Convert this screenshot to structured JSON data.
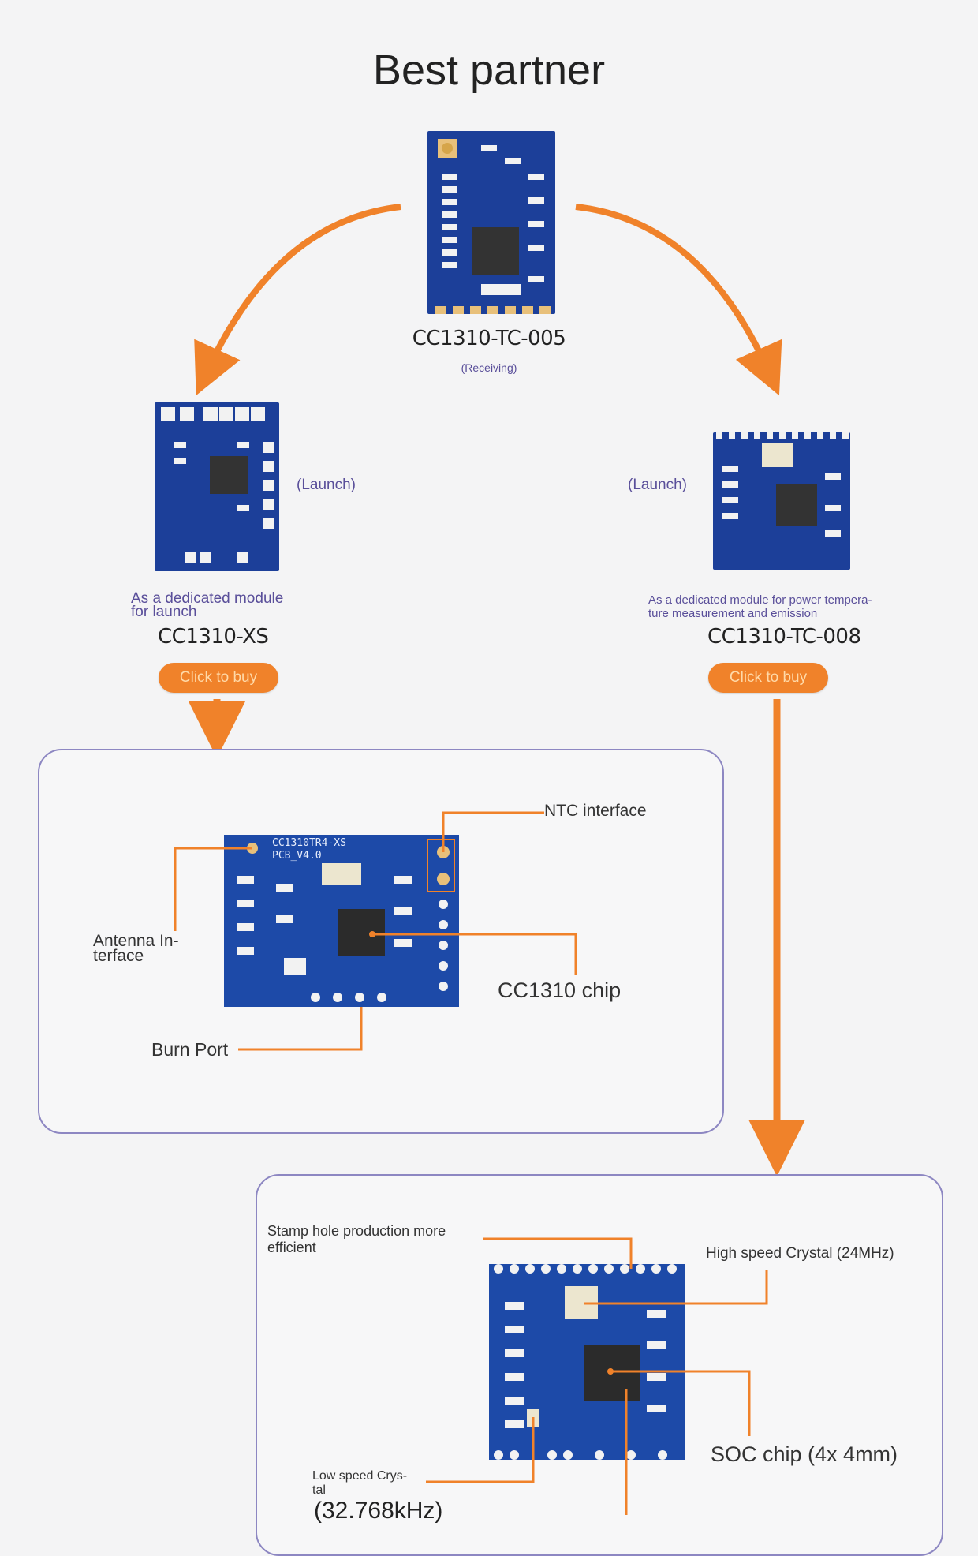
{
  "page": {
    "title": "Best partner"
  },
  "receiver": {
    "model": "CC1310-TC-005",
    "note": "(Receiving)"
  },
  "left_module": {
    "model": "CC1310-XS",
    "role": "(Launch)",
    "desc_line1": "As a dedicated module",
    "desc_line2": "for launch",
    "buy_label": "Click to buy"
  },
  "right_module": {
    "model": "CC1310-TC-008",
    "role": "(Launch)",
    "desc_line1": "As a dedicated module for power tempera-",
    "desc_line2": "ture measurement and emission",
    "buy_label": "Click to buy"
  },
  "xs_panel": {
    "board_silk_1": "CC1310TR4-XS",
    "board_silk_2": "PCB_V4.0",
    "ntc_label": "NTC interface",
    "antenna_label_1": "Antenna In-",
    "antenna_label_2": "terface",
    "chip_label": "CC1310 chip",
    "burn_label": "Burn Port"
  },
  "tc008_panel": {
    "stamp_label_1": "Stamp hole production more",
    "stamp_label_2": "efficient",
    "crystal_high_label": "High speed Crystal (24MHz)",
    "soc_label": "SOC chip (4x 4mm)",
    "crystal_low_label_1": "Low speed Crys-",
    "crystal_low_label_2": "tal",
    "crystal_low_freq": "(32.768kHz)"
  },
  "colors": {
    "accent": "#f0822a",
    "panel_border": "#8d87c2",
    "pcb": "#1c3f99",
    "note": "#5a4f9a"
  }
}
